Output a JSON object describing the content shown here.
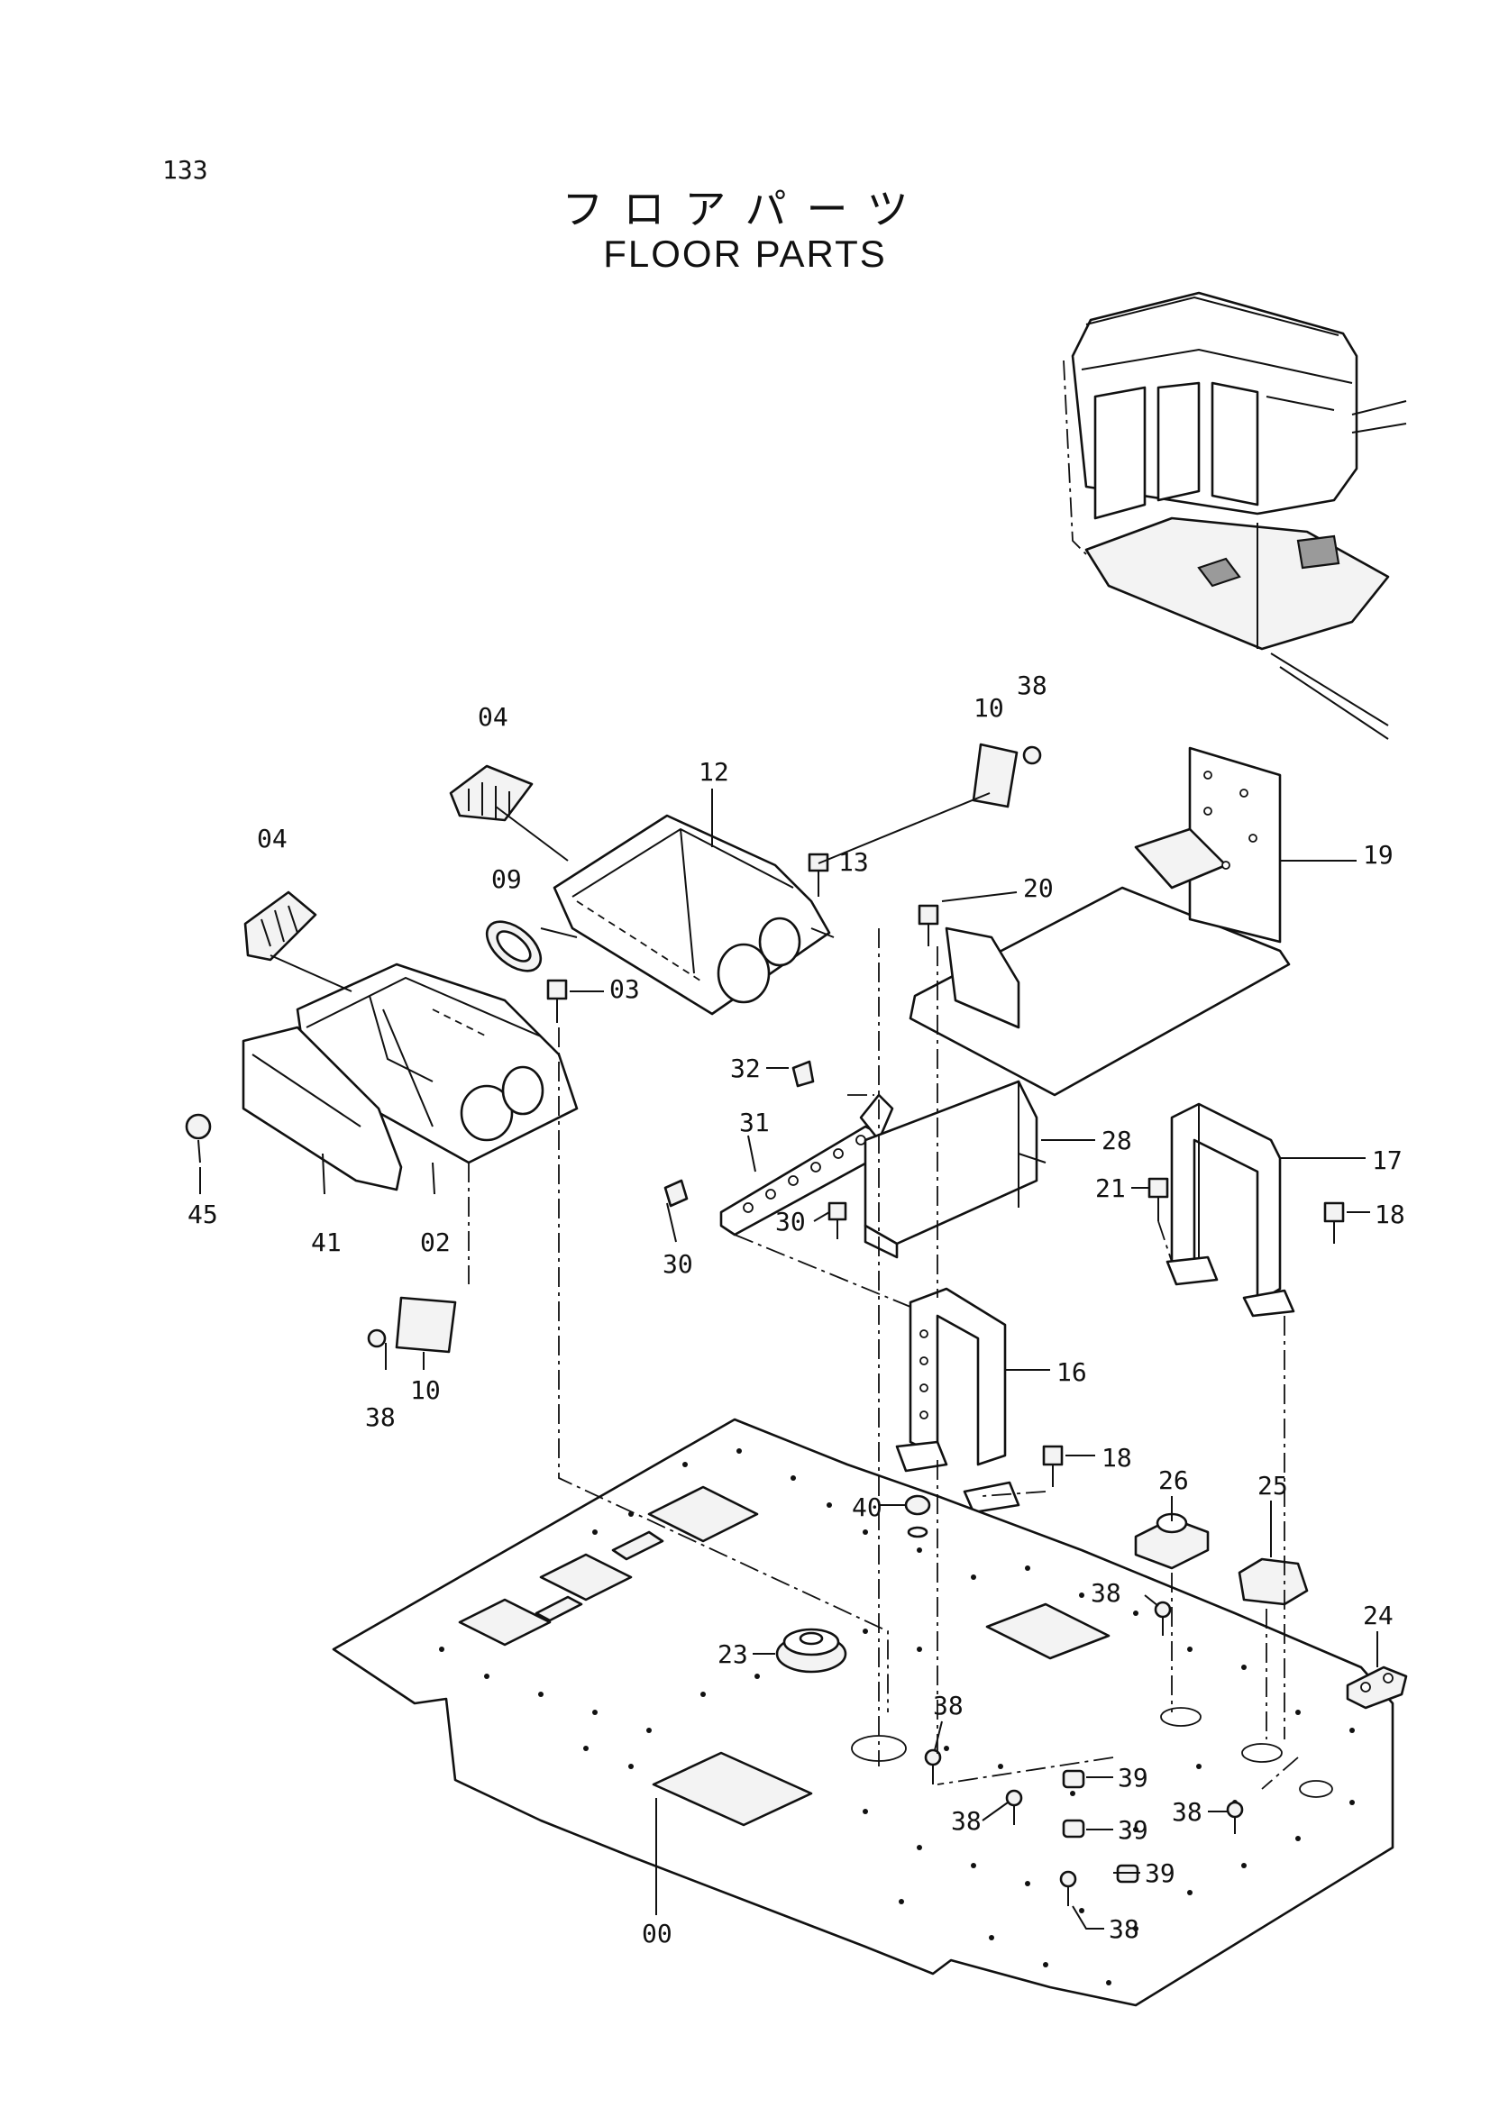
{
  "page_number": "133",
  "title_jp": "フロアパーツ",
  "title_en": "FLOOR PARTS",
  "callouts": {
    "c38a": "38",
    "c10a": "10",
    "c04a": "04",
    "c12": "12",
    "c13": "13",
    "c19": "19",
    "c04b": "04",
    "c09": "09",
    "c20": "20",
    "c03": "03",
    "c32": "32",
    "c31": "31",
    "c28": "28",
    "c45": "45",
    "c41": "41",
    "c02": "02",
    "c21": "21",
    "c17": "17",
    "c18a": "18",
    "c30a": "30",
    "c30b": "30",
    "c16": "16",
    "c10b": "10",
    "c38b": "38",
    "c18b": "18",
    "c26": "26",
    "c40": "40",
    "c25": "25",
    "c38c": "38",
    "c24": "24",
    "c23": "23",
    "c38d": "38",
    "c39a": "39",
    "c38e": "38",
    "c39b": "39",
    "c38f": "38",
    "c39c": "39",
    "c00": "00",
    "c38g": "38"
  }
}
